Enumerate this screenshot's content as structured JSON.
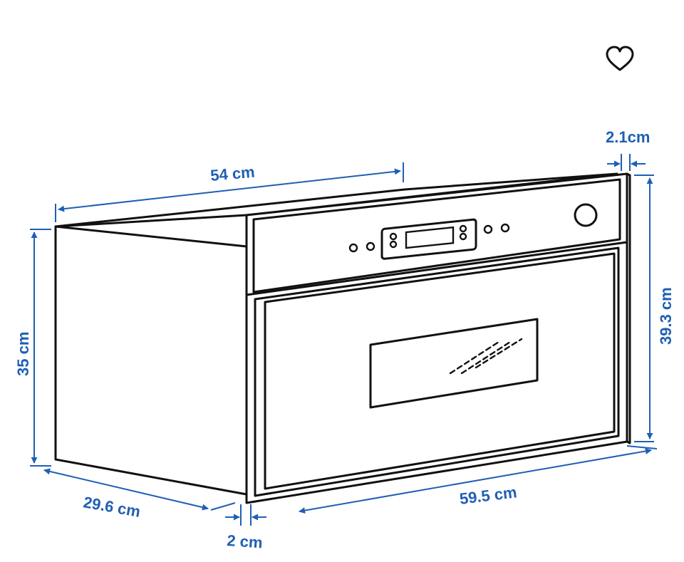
{
  "favorite": {
    "icon": "heart-outline-icon",
    "selected": false
  },
  "dimensions": {
    "depth_top": "54 cm",
    "front_thickness": "2.1cm",
    "overall_height": "39.3 cm",
    "body_height": "35 cm",
    "body_depth_bottom": "29.6 cm",
    "width": "59.5 cm",
    "front_offset": "2 cm"
  },
  "colors": {
    "dimension": "#1f5fb4",
    "drawing": "#111111",
    "background": "#ffffff"
  }
}
